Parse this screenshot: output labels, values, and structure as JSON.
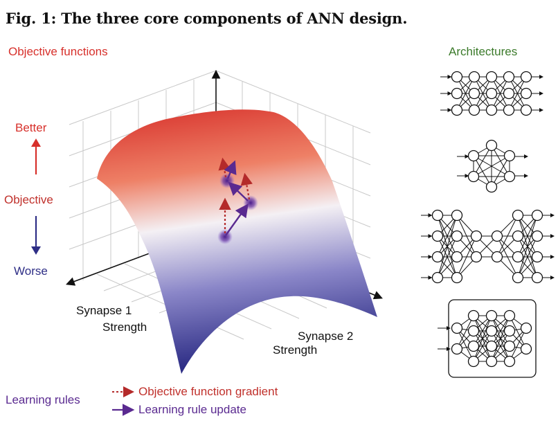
{
  "figure": {
    "title": "Fig. 1: The three core components of ANN design."
  },
  "objective": {
    "heading": "Objective functions",
    "better": "Better",
    "axis_label": "Objective",
    "worse": "Worse",
    "colors": {
      "better": "#d7302b",
      "worse": "#2e2e86",
      "neutral": "#f4f0f4"
    }
  },
  "axes": {
    "synapse1": [
      "Synapse 1",
      "Strength"
    ],
    "synapse2": [
      "Synapse 2",
      "Strength"
    ]
  },
  "architectures": {
    "heading": "Architectures",
    "color": "#3b7a2a"
  },
  "learning": {
    "heading": "Learning rules",
    "gradient_label": "Objective function gradient",
    "update_label": "Learning rule update",
    "colors": {
      "gradient": "#b42a2a",
      "update": "#5a2a90"
    }
  }
}
